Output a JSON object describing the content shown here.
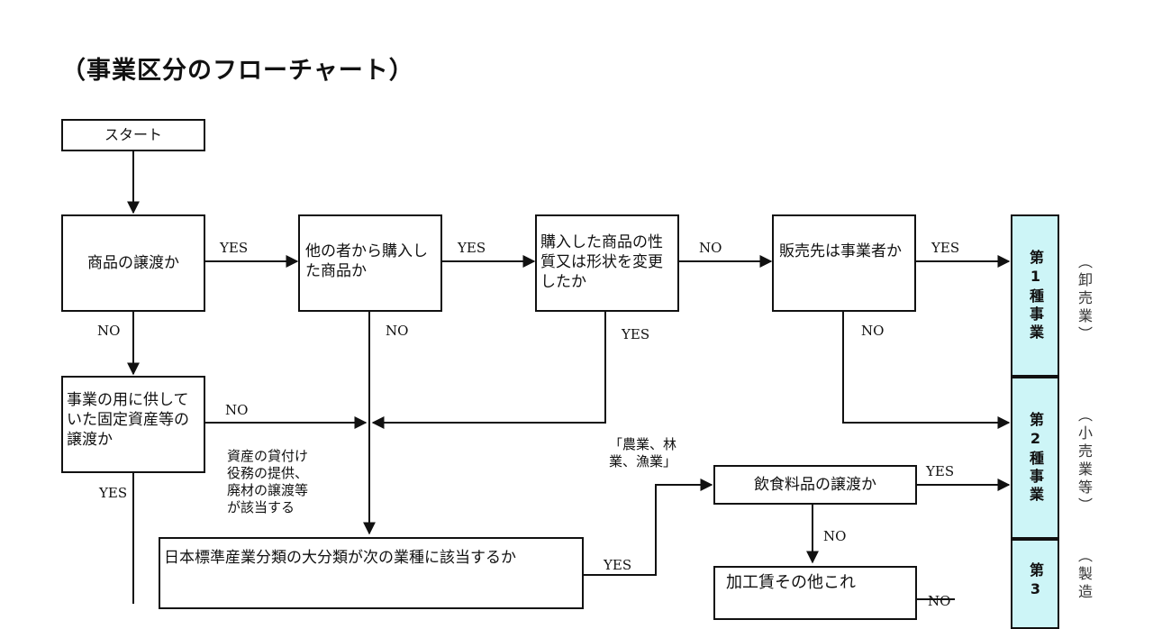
{
  "title": "（事業区分のフローチャート）",
  "nodes": {
    "start": "スタート",
    "q_goods_transfer": "商品の譲渡か",
    "q_purchased": "他の者から購入した商品か",
    "q_changed": "購入した商品の性質又は形状を変更したか",
    "q_buyer": "販売先は事業者か",
    "q_fixed_asset": "事業の用に供していた固定資産等の譲渡か",
    "q_industry": "日本標準産業分類の大分類が次の業種に該当するか",
    "q_food": "飲食料品の譲渡か",
    "q_processing": "加工賃その他これ"
  },
  "labels": {
    "yes": "YES",
    "no": "NO"
  },
  "notes": {
    "asset_services": "資産の貸付け\n役務の提供、\n廃材の譲渡等\nが該当する",
    "agri": "「農業、林\n業、漁業」"
  },
  "categories": [
    {
      "name": "第1種事業",
      "type": "（卸売業）"
    },
    {
      "name": "第2種事業",
      "type": "（小売業等）"
    },
    {
      "name": "第3",
      "type": "（製造"
    }
  ]
}
